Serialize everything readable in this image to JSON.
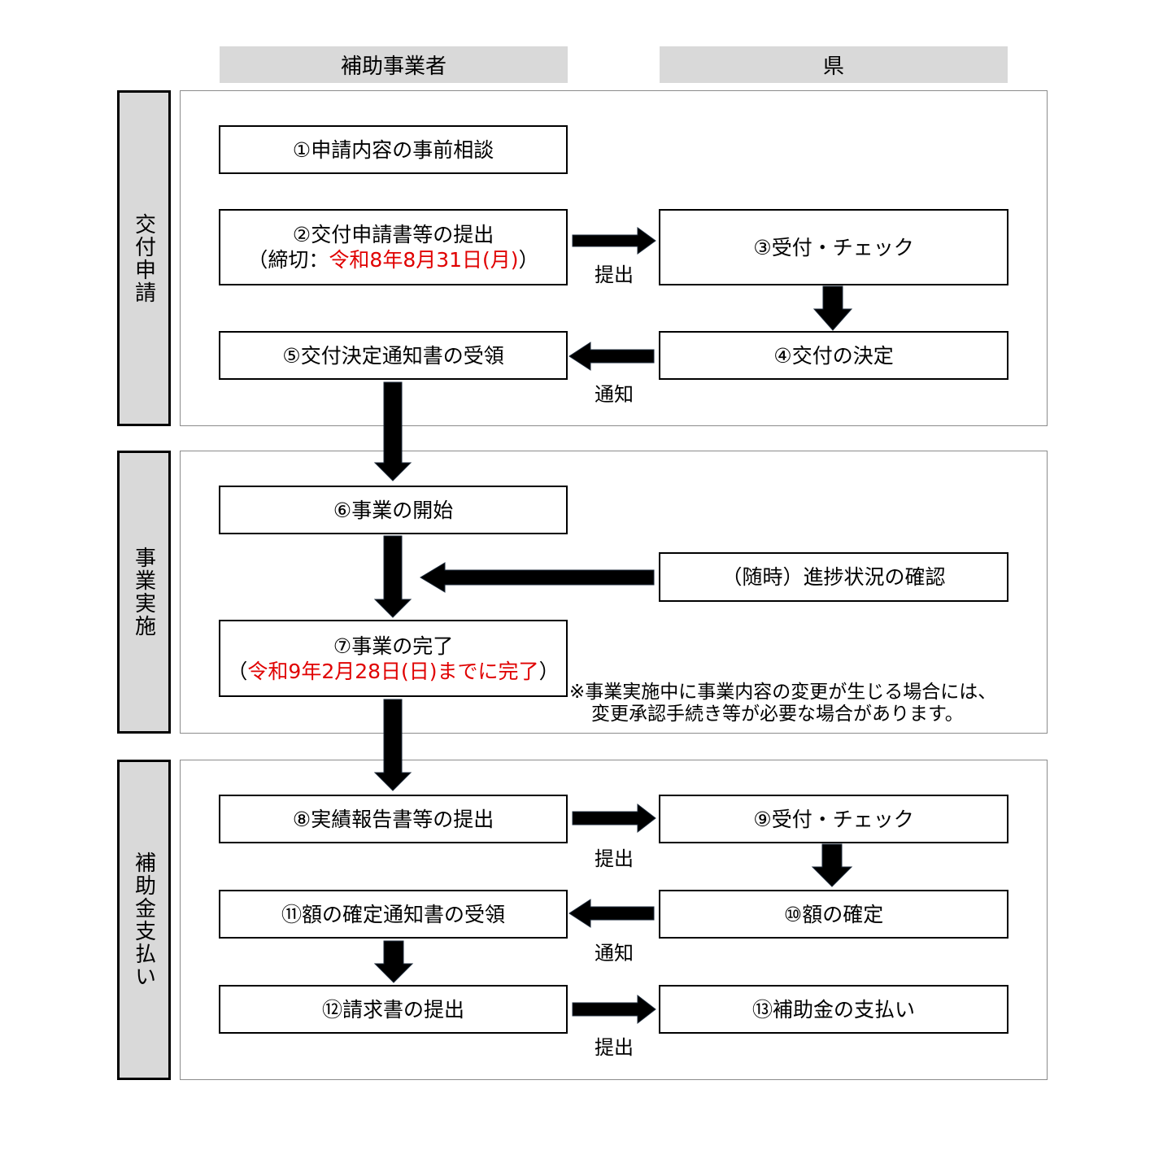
{
  "columns": {
    "left": "補助事業者",
    "right": "県"
  },
  "phases": [
    {
      "label": "交付申請"
    },
    {
      "label": "事業実施"
    },
    {
      "label": "補助金支払い"
    }
  ],
  "steps": {
    "s1": "①申請内容の事前相談",
    "s2_line1": "②交付申請書等の提出",
    "s2_open": "（締切：",
    "s2_deadline": "令和8年8月31日(月)",
    "s2_close": "）",
    "s3": "③受付・チェック",
    "s4": "④交付の決定",
    "s5": "⑤交付決定通知書の受領",
    "s6": "⑥事業の開始",
    "progress": "（随時）進捗状況の確認",
    "s7_line1": "⑦事業の完了",
    "s7_open": "（",
    "s7_deadline": "令和9年2月28日(日)までに完了",
    "s7_close": "）",
    "s8": "⑧実績報告書等の提出",
    "s9": "⑨受付・チェック",
    "s10": "⑩額の確定",
    "s11": "⑪額の確定通知書の受領",
    "s12": "⑫請求書の提出",
    "s13": "⑬補助金の支払い"
  },
  "arrow_labels": {
    "submit1": "提出",
    "notify1": "通知",
    "submit2": "提出",
    "notify2": "通知",
    "submit3": "提出"
  },
  "note": {
    "line1": "※事業実施中に事業内容の変更が生じる場合には、",
    "line2": "変更承認手続き等が必要な場合があります。"
  },
  "colors": {
    "deadline_red": "#e00000",
    "header_gray": "#d9d9d9",
    "arrow_fill": "#000000"
  }
}
